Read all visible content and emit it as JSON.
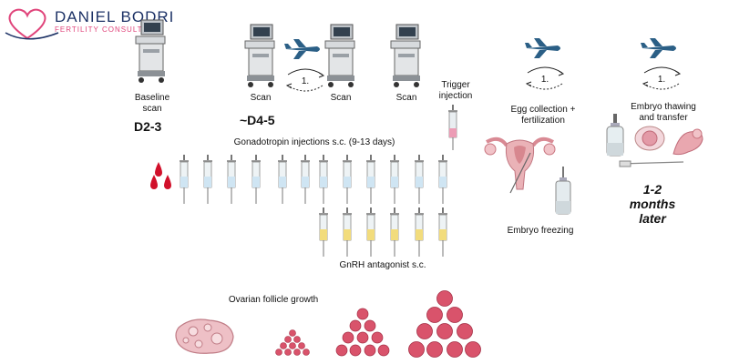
{
  "logo": {
    "name": "DANIEL BODRI",
    "tagline": "FERTILITY CONSULTING",
    "color": "#e0457b",
    "navy": "#1d3266"
  },
  "labels": {
    "baseline": "Baseline\nscan",
    "d2_3": "D2-3",
    "scan1": "Scan",
    "scan2": "Scan",
    "scan3": "Scan",
    "d4_5": "~D4-5",
    "trigger": "Trigger\ninjection",
    "egg": "Egg collection +\nfertilization",
    "thaw": "Embryo thawing\nand transfer",
    "later": "1-2\nmonths\nlater",
    "gonado": "Gonadotropin injections s.c. (9-13 days)",
    "gnrh": "GnRH antagonist s.c.",
    "freeze": "Embryo freezing",
    "ovarian": "Ovarian follicle growth"
  },
  "cycle_steps": [
    "1.",
    "1.",
    "1."
  ],
  "colors": {
    "blood": "#d1102a",
    "syringe_blue": "#cfe5f3",
    "syringe_yellow": "#f2dc7c",
    "syringe_pink": "#ec9cb5",
    "follicle": "#d9536b",
    "plane": "#2b5f86"
  }
}
